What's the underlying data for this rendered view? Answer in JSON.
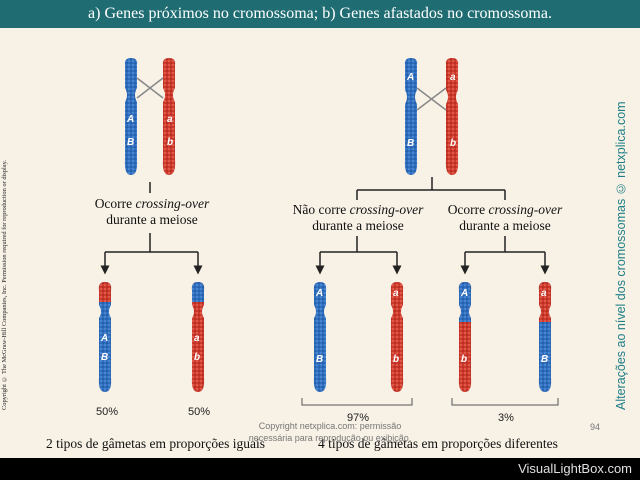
{
  "title": "a) Genes próximos no cromossoma; b) Genes afastados no cromossoma.",
  "left_copyright": "Copyright © The McGraw-Hill Companies, Inc. Permission required for reproduction or display.",
  "right_copyright": "Alterações ao nível dos cromossomas © netxplica.com",
  "labels": {
    "a_crossing": {
      "prefix": "Ocorre ",
      "em": "crossing-over",
      "line2": "durante a meiose"
    },
    "b_no_crossing": {
      "prefix": "Não corre ",
      "em": "crossing-over",
      "line2": "durante a meiose"
    },
    "b_crossing": {
      "prefix": "Ocorre ",
      "em": "crossing-over",
      "line2": "durante a meiose"
    }
  },
  "genes": {
    "A": "A",
    "B": "B",
    "a": "a",
    "b": "b"
  },
  "percentages": {
    "a_left": "50%",
    "a_right": "50%",
    "b_group1": "97%",
    "b_group2": "3%"
  },
  "summaries": {
    "a": "2 tipos de gâmetas em proporções iguais",
    "b": "4 tipos de gâmetas em proporções diferentes"
  },
  "footer": {
    "line1": "Copyright netxplica.com: permissão",
    "line2": "necessária para reprodução ou exibição."
  },
  "page_number": "94",
  "watermark": "VisualLightBox.com",
  "colors": {
    "blue": "#2f6fbf",
    "red": "#cf3a2c",
    "title_bar": "#1f6d72",
    "accent_text": "#1f7f86"
  }
}
